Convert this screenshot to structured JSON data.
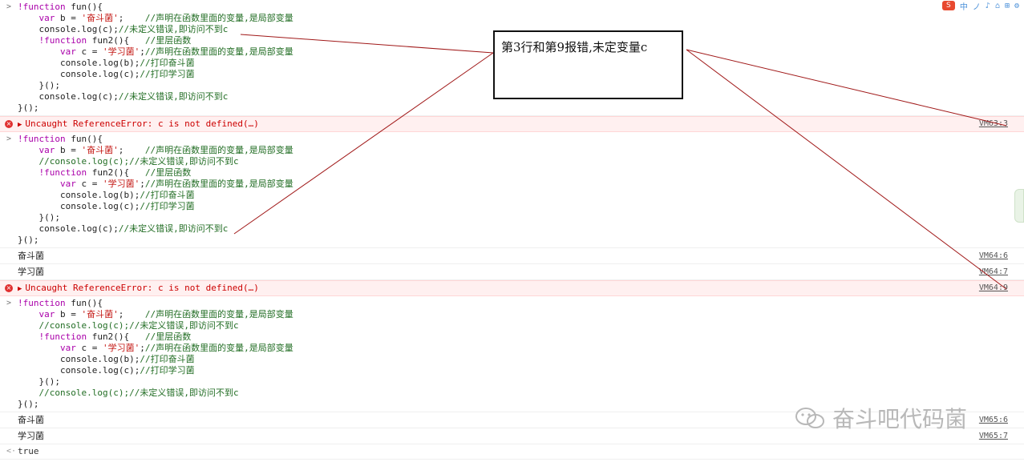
{
  "toolbar": {
    "logo": "S",
    "items": [
      "中",
      "ノ",
      "♪",
      "⌂",
      "⊞",
      "⚙"
    ]
  },
  "blocks": [
    {
      "type": "input",
      "lines": [
        [
          [
            "kw",
            "!function"
          ],
          [
            "",
            " fun(){"
          ]
        ],
        [
          [
            "",
            "    "
          ],
          [
            "kw",
            "var"
          ],
          [
            "",
            " b = "
          ],
          [
            "str",
            "'奋斗菌'"
          ],
          [
            "",
            ";    "
          ],
          [
            "cm",
            "//声明在函数里面的变量,是局部变量"
          ]
        ],
        [
          [
            "",
            "    console.log(c);"
          ],
          [
            "cm",
            "//未定义错误,即访问不到c"
          ]
        ],
        [
          [
            "",
            "    "
          ],
          [
            "kw",
            "!function"
          ],
          [
            "",
            " fun2(){   "
          ],
          [
            "cm",
            "//里层函数"
          ]
        ],
        [
          [
            "",
            "        "
          ],
          [
            "kw",
            "var"
          ],
          [
            "",
            " c = "
          ],
          [
            "str",
            "'学习菌'"
          ],
          [
            "",
            ";"
          ],
          [
            "cm",
            "//声明在函数里面的变量,是局部变量"
          ]
        ],
        [
          [
            "",
            "        console.log(b);"
          ],
          [
            "cm",
            "//打印奋斗菌"
          ]
        ],
        [
          [
            "",
            "        console.log(c);"
          ],
          [
            "cm",
            "//打印学习菌"
          ]
        ],
        [
          [
            "",
            "    }();"
          ]
        ],
        [
          [
            "",
            "    console.log(c);"
          ],
          [
            "cm",
            "//未定义错误,即访问不到c"
          ]
        ],
        [
          [
            "",
            "}();"
          ]
        ]
      ]
    },
    {
      "type": "error",
      "text": "Uncaught ReferenceError: c is not defined(…)",
      "src": "VM63:3"
    },
    {
      "type": "input",
      "lines": [
        [
          [
            "kw",
            "!function"
          ],
          [
            "",
            " fun(){"
          ]
        ],
        [
          [
            "",
            "    "
          ],
          [
            "kw",
            "var"
          ],
          [
            "",
            " b = "
          ],
          [
            "str",
            "'奋斗菌'"
          ],
          [
            "",
            ";    "
          ],
          [
            "cm",
            "//声明在函数里面的变量,是局部变量"
          ]
        ],
        [
          [
            "",
            "    "
          ],
          [
            "cm",
            "//console.log(c);//未定义错误,即访问不到c"
          ]
        ],
        [
          [
            "",
            "    "
          ],
          [
            "kw",
            "!function"
          ],
          [
            "",
            " fun2(){   "
          ],
          [
            "cm",
            "//里层函数"
          ]
        ],
        [
          [
            "",
            "        "
          ],
          [
            "kw",
            "var"
          ],
          [
            "",
            " c = "
          ],
          [
            "str",
            "'学习菌'"
          ],
          [
            "",
            ";"
          ],
          [
            "cm",
            "//声明在函数里面的变量,是局部变量"
          ]
        ],
        [
          [
            "",
            "        console.log(b);"
          ],
          [
            "cm",
            "//打印奋斗菌"
          ]
        ],
        [
          [
            "",
            "        console.log(c);"
          ],
          [
            "cm",
            "//打印学习菌"
          ]
        ],
        [
          [
            "",
            "    }();"
          ]
        ],
        [
          [
            "",
            "    console.log(c);"
          ],
          [
            "cm",
            "//未定义错误,即访问不到c"
          ]
        ],
        [
          [
            "",
            "}();"
          ]
        ]
      ]
    },
    {
      "type": "log",
      "text": "奋斗菌",
      "src": "VM64:6"
    },
    {
      "type": "log",
      "text": "学习菌",
      "src": "VM64:7"
    },
    {
      "type": "error",
      "text": "Uncaught ReferenceError: c is not defined(…)",
      "src": "VM64:9"
    },
    {
      "type": "input",
      "lines": [
        [
          [
            "kw",
            "!function"
          ],
          [
            "",
            " fun(){"
          ]
        ],
        [
          [
            "",
            "    "
          ],
          [
            "kw",
            "var"
          ],
          [
            "",
            " b = "
          ],
          [
            "str",
            "'奋斗菌'"
          ],
          [
            "",
            ";    "
          ],
          [
            "cm",
            "//声明在函数里面的变量,是局部变量"
          ]
        ],
        [
          [
            "",
            "    "
          ],
          [
            "cm",
            "//console.log(c);//未定义错误,即访问不到c"
          ]
        ],
        [
          [
            "",
            "    "
          ],
          [
            "kw",
            "!function"
          ],
          [
            "",
            " fun2(){   "
          ],
          [
            "cm",
            "//里层函数"
          ]
        ],
        [
          [
            "",
            "        "
          ],
          [
            "kw",
            "var"
          ],
          [
            "",
            " c = "
          ],
          [
            "str",
            "'学习菌'"
          ],
          [
            "",
            ";"
          ],
          [
            "cm",
            "//声明在函数里面的变量,是局部变量"
          ]
        ],
        [
          [
            "",
            "        console.log(b);"
          ],
          [
            "cm",
            "//打印奋斗菌"
          ]
        ],
        [
          [
            "",
            "        console.log(c);"
          ],
          [
            "cm",
            "//打印学习菌"
          ]
        ],
        [
          [
            "",
            "    }();"
          ]
        ],
        [
          [
            "",
            "    "
          ],
          [
            "cm",
            "//console.log(c);//未定义错误,即访问不到c"
          ]
        ],
        [
          [
            "",
            "}();"
          ]
        ]
      ]
    },
    {
      "type": "log",
      "text": "奋斗菌",
      "src": "VM65:6"
    },
    {
      "type": "log",
      "text": "学习菌",
      "src": "VM65:7"
    },
    {
      "type": "result",
      "text": "true"
    }
  ],
  "prompt_symbol": ">",
  "result_symbol": "<·",
  "annotation": {
    "text": "第3行和第9报错,未定变量c"
  },
  "watermark": {
    "text": "奋斗吧代码菌"
  },
  "colors": {
    "error_bg": "#fff0f0",
    "error_text": "#cc0000",
    "arrow": "#a01818"
  }
}
